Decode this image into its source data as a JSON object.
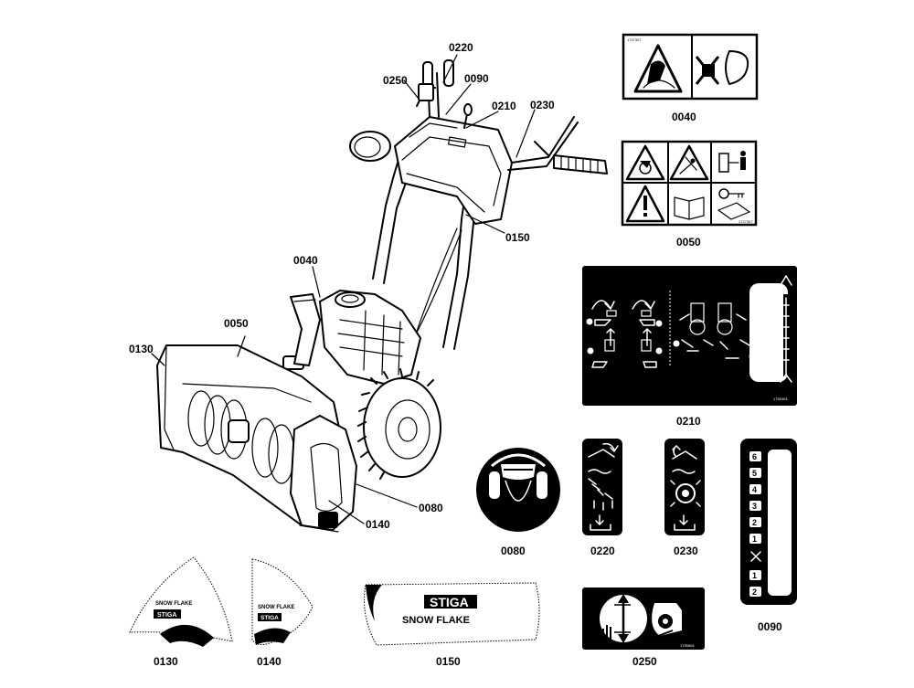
{
  "callouts": {
    "c0250": "0250",
    "c0220": "0220",
    "c0090": "0090",
    "c0210": "0210",
    "c0230": "0230",
    "c0150": "0150",
    "c0040": "0040",
    "c0050": "0050",
    "c0130": "0130",
    "c0080": "0080",
    "c0140": "0140"
  },
  "parts": {
    "p0040": "0040",
    "p0050": "0050",
    "p0210": "0210",
    "p0080": "0080",
    "p0220": "0220",
    "p0230": "0230",
    "p0090": "0090",
    "p0130": "0130",
    "p0140": "0140",
    "p0150": "0150",
    "p0250": "0250"
  },
  "decal_codes": {
    "d0040": "1727307",
    "d0050": "1727367",
    "d0210": "1755304",
    "d0250": "1755504"
  },
  "brand": {
    "name": "STIGA",
    "model": "SNOW FLAKE"
  },
  "speed_panel": {
    "forward": [
      "6",
      "5",
      "4",
      "3",
      "2",
      "1"
    ],
    "reverse": [
      "1",
      "2"
    ]
  },
  "colors": {
    "ink": "#000000",
    "paper": "#ffffff"
  }
}
